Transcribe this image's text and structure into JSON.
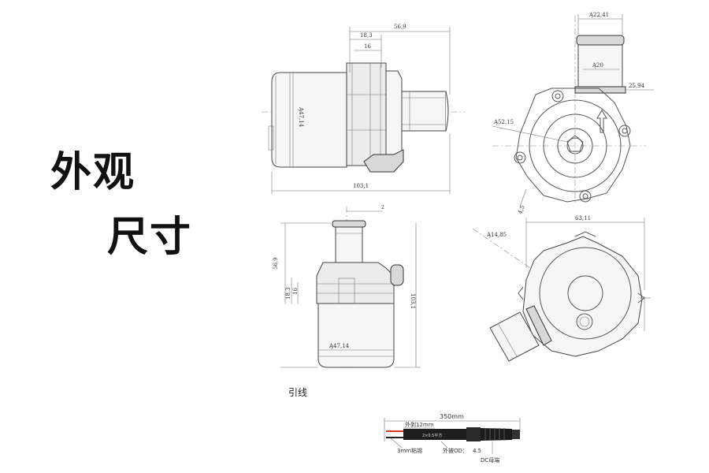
{
  "headline": {
    "line1": "外观",
    "line2": "尺寸"
  },
  "side_view": {
    "dim_overall_height": "56,9",
    "dim_flange_a": "18,3",
    "dim_flange_b": "16",
    "dim_diameter": "Ą47,14",
    "dim_length": "103,1"
  },
  "top_right_view": {
    "dim_outlet_outer": "Ą22,41",
    "dim_outlet_inner": "Ą20",
    "dim_outlet_height": "25,94",
    "dim_body_diameter": "Ą52,15",
    "dim_hole": "4,5"
  },
  "front_view": {
    "dim_overall_height": "56,9",
    "dim_flange_a": "18,3",
    "dim_flange_b": "16",
    "dim_diameter": "Ą47,14",
    "dim_length": "103,1",
    "dim_angle": "2"
  },
  "bottom_right_view": {
    "dim_width": "63,11",
    "dim_diameter": "Ą14,85"
  },
  "wire": {
    "title": "引线",
    "length": "350mm",
    "outer_strip": "外剥12mm",
    "wire_spec": "2×0.5平方",
    "tin": "3mm粘锡",
    "outer_od_label": "外被OD：",
    "outer_od_value": "4.5",
    "connector": "DC母端"
  },
  "colors": {
    "line": "#555555",
    "wire_red": "#d23a2a",
    "wire_black": "#222222"
  }
}
